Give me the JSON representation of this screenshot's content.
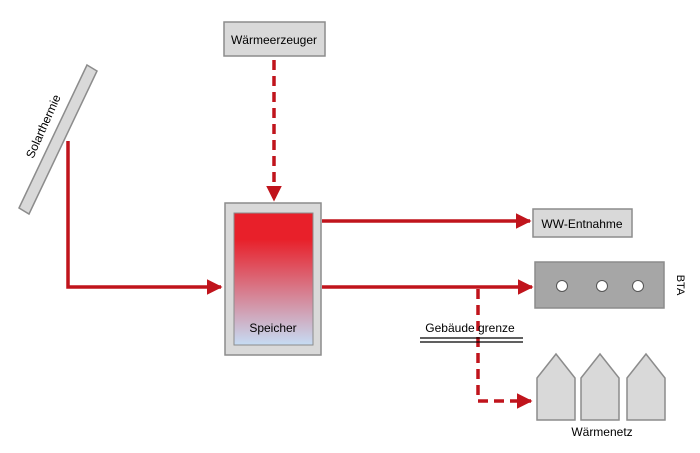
{
  "labels": {
    "heat_generator": "Wärmeerzeuger",
    "solar_thermal": "Solarthermie",
    "storage": "Speicher",
    "hot_water": "WW-Entnahme",
    "bta": "BTA",
    "building_boundary": "Gebäude grenze",
    "heat_network": "Wärmenetz"
  },
  "colors": {
    "flow_line": "#c0141c",
    "box_fill": "#d9d9d9",
    "box_stroke": "#8c8c8c",
    "tank_top": "#e8202a",
    "tank_bottom": "#c6dcf4"
  }
}
